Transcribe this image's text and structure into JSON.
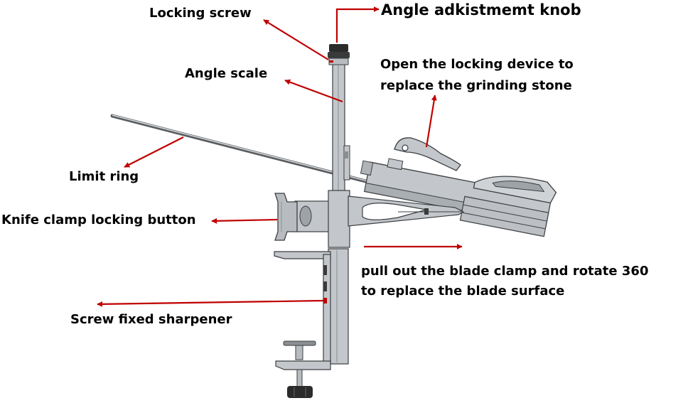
{
  "labels": {
    "locking_screw": "Locking screw",
    "angle_knob": "Angle adkistmemt knob",
    "angle_scale": "Angle scale",
    "open_lock_line1": "Open the  locking device to",
    "open_lock_line2": "replace the grinding stone",
    "limit_ring": "Limit ring",
    "clamp_button": "Knife clamp locking button",
    "pull_out_line1": "pull out the blade clamp and rotate 360",
    "pull_out_line2": "to replace the blade surface",
    "screw_fixed": "Screw fixed sharpener"
  },
  "colors": {
    "arrow": "#c00000",
    "metal": "#c3c7cb",
    "metal_dark": "#8a8f94",
    "outline": "#3c3f42",
    "knob": "#2b2b2b"
  }
}
